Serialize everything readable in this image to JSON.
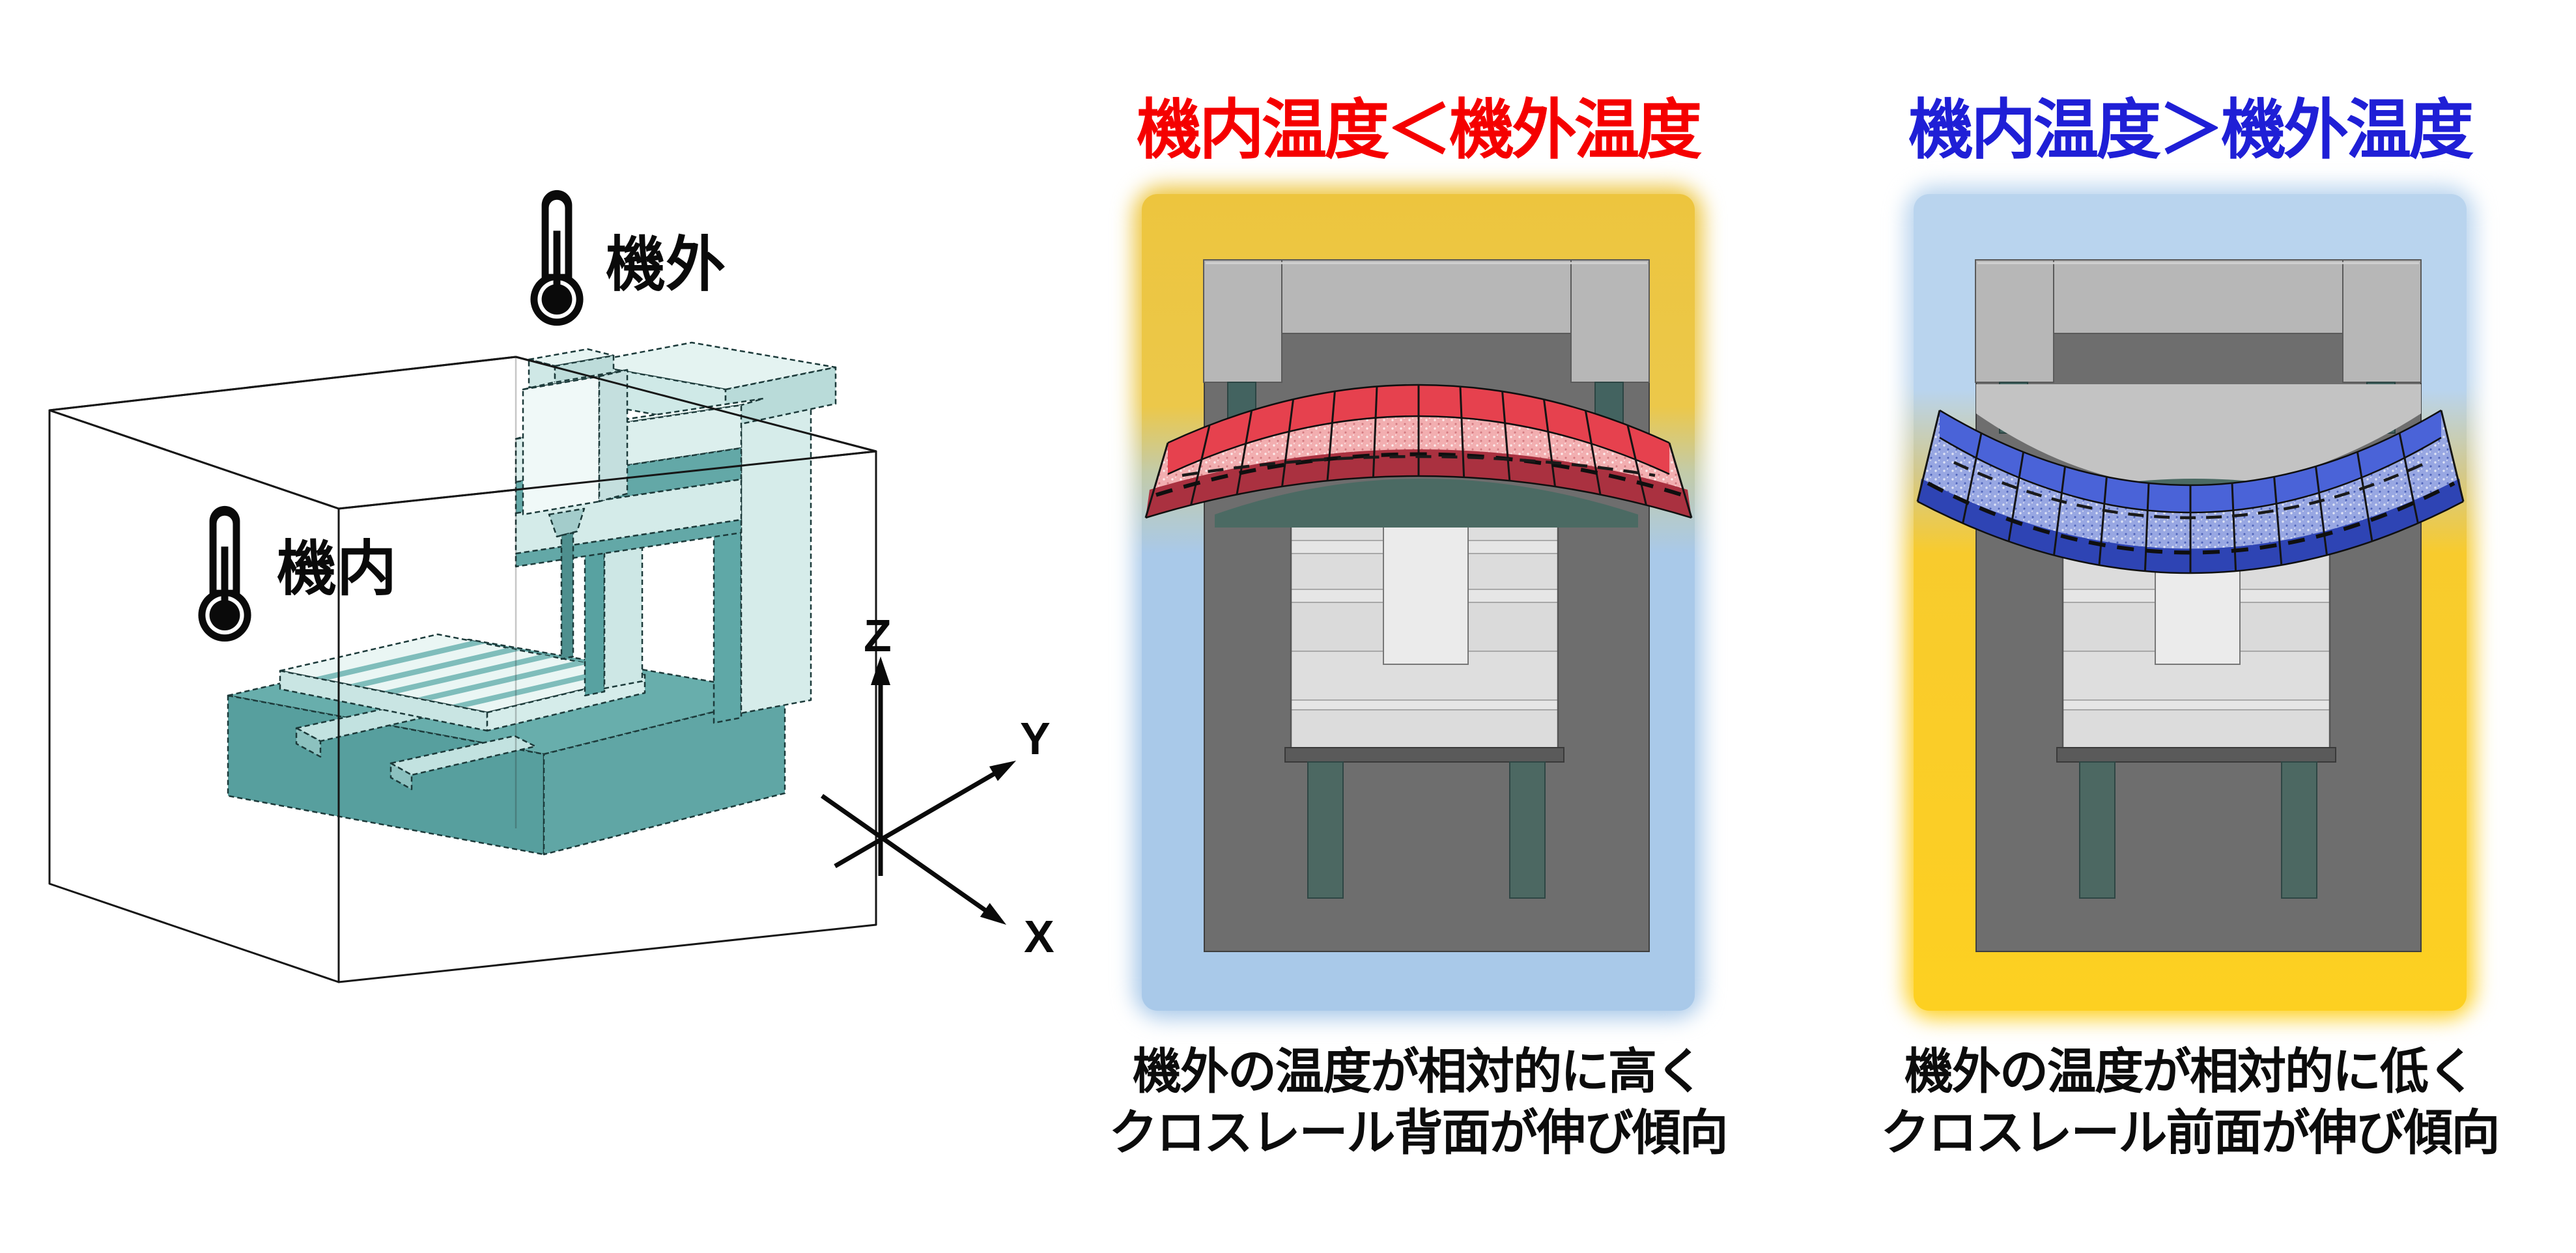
{
  "left_figure": {
    "outside_sensor_label": "機外",
    "inside_sensor_label": "機内",
    "axes": {
      "x_label": "X",
      "y_label": "Y",
      "z_label": "Z"
    }
  },
  "panels": {
    "hot_outside": {
      "title": "機内温度＜機外温度",
      "caption_line1": "機外の温度が相対的に高く",
      "caption_line2": "クロスレール背面が伸び傾向"
    },
    "hot_inside": {
      "title": "機内温度＞機外温度",
      "caption_line1": "機外の温度が相対的に低く",
      "caption_line2": "クロスレール前面が伸び傾向"
    }
  },
  "colors": {
    "title_hot_outside": "#f50000",
    "title_hot_inside": "#1f1fd6",
    "border_yellow": "#edc53e",
    "border_yellow_strong": "#fdd021",
    "border_blue": "#a9c9e9",
    "mesh_red_band": "#e6414e",
    "mesh_red_fill": "#f2aeb0",
    "mesh_red_dark": "#aa3140",
    "mesh_blue_band": "#4a63d8",
    "mesh_blue_fill": "#98a7e2",
    "mesh_blue_dark": "#2e44b4",
    "machine_dark_gray": "#6e6e6e",
    "machine_light_gray": "#b7b7b7",
    "table_gray": "#dcdcdc",
    "leg_teal": "#4c6862",
    "crossrail_teal": "#4b6a63",
    "enclosure_cyan": "#c7f2f0",
    "machine_3d_teal": "#68aeac"
  }
}
